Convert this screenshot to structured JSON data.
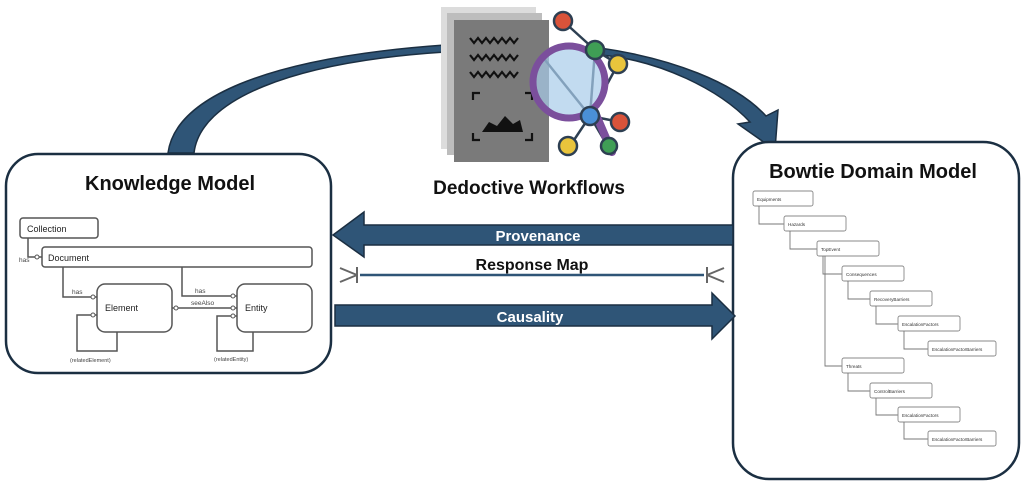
{
  "colors": {
    "arrow_fill": "#2f5577",
    "arrow_stroke": "#1b2f42",
    "panel_stroke": "#1b2f42",
    "entity_stroke": "#555555",
    "magnifier": "#7b4f9c",
    "node_red": "#d9533a",
    "node_green": "#3f9e55",
    "node_yellow": "#e9c43c",
    "node_blue": "#4a90d6"
  },
  "center": {
    "title": "Dedoctive Workflows",
    "icon": "document-search-graph-icon"
  },
  "arrows": {
    "provenance": "Provenance",
    "response_map": "Response Map",
    "causality": "Causality"
  },
  "knowledge_model": {
    "title": "Knowledge Model",
    "entities": {
      "collection": "Collection",
      "document": "Document",
      "element": "Element",
      "entity": "Entity"
    },
    "relations": {
      "collection_document": "has",
      "document_element": "has",
      "document_entity": "has",
      "element_entity": "seeAlso",
      "element_self": "(relatedElement)",
      "entity_self": "(relatedEntity)"
    }
  },
  "bowtie_model": {
    "title": "Bowtie Domain Model",
    "nodes": [
      "Equipments",
      "Hazards",
      "TopEvent",
      "Consequences",
      "RecoveryBarriers",
      "EscalationFactors",
      "EscalationFactorBarriers",
      "Threats",
      "ControlBarriers",
      "EscalationFactors",
      "EscalationFactorBarriers"
    ]
  }
}
